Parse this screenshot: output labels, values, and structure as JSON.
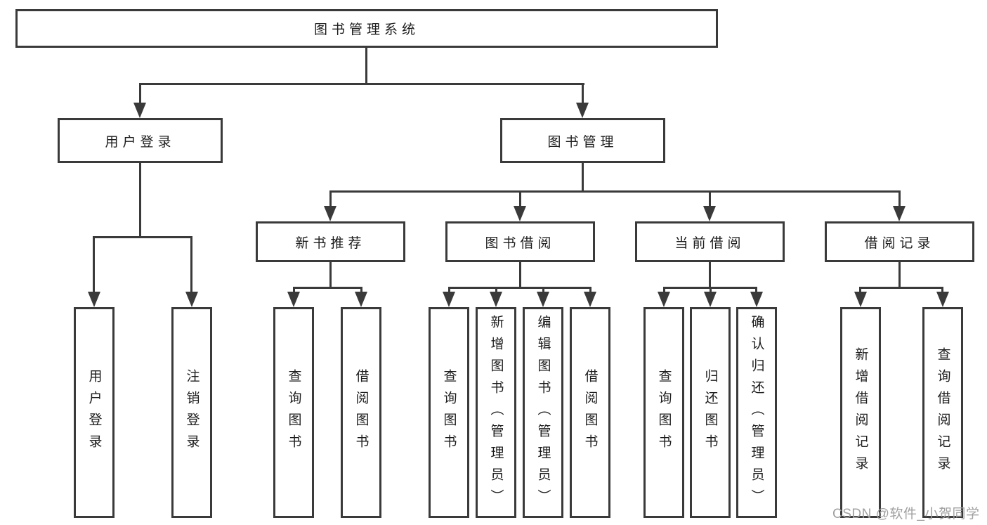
{
  "tree": {
    "label": "图书管理系统",
    "children": [
      {
        "label": "用户登录",
        "children": [
          {
            "label": "用户登录"
          },
          {
            "label": "注销登录"
          }
        ]
      },
      {
        "label": "图书管理",
        "children": [
          {
            "label": "新书推荐",
            "children": [
              {
                "label": "查询图书"
              },
              {
                "label": "借阅图书"
              }
            ]
          },
          {
            "label": "图书借阅",
            "children": [
              {
                "label": "查询图书"
              },
              {
                "label": "新增图书（管理员）"
              },
              {
                "label": "编辑图书（管理员）"
              },
              {
                "label": "借阅图书"
              }
            ]
          },
          {
            "label": "当前借阅",
            "children": [
              {
                "label": "查询图书"
              },
              {
                "label": "归还图书"
              },
              {
                "label": "确认归还（管理员）"
              }
            ]
          },
          {
            "label": "借阅记录",
            "children": [
              {
                "label": "新增借阅记录"
              },
              {
                "label": "查询借阅记录"
              }
            ]
          }
        ]
      }
    ]
  },
  "watermark": "CSDN @软件_小贺同学",
  "colors": {
    "line": "#3a3a3a",
    "text": "#1c1c1c",
    "watermark": "#a0a0a0",
    "background": "#ffffff"
  }
}
